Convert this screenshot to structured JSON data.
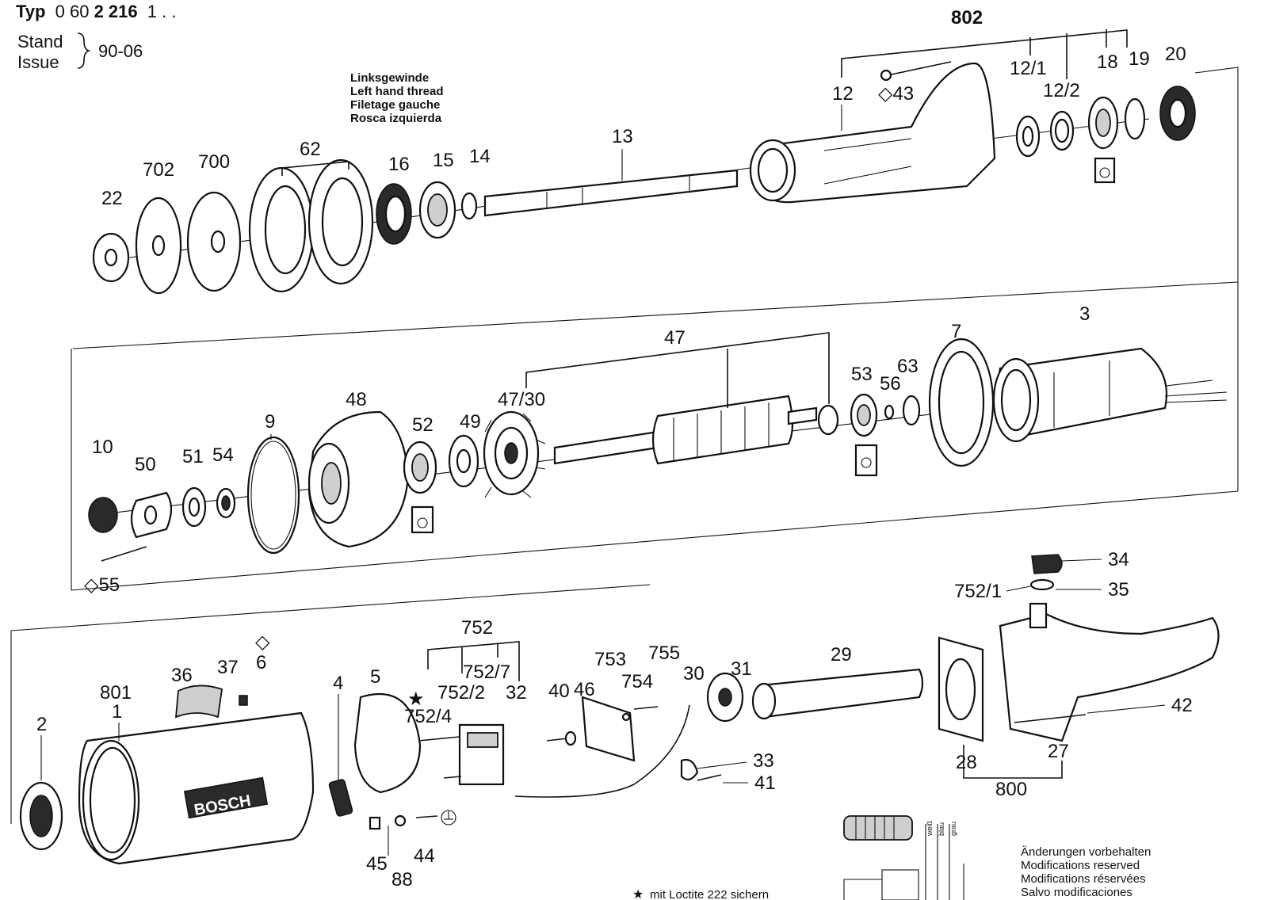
{
  "header": {
    "typ_prefix": "Typ",
    "typ_number_plain": "0 60",
    "typ_number_bold": "2 216",
    "typ_suffix": "1 . .",
    "stand_label": "Stand",
    "issue_label": "Issue",
    "date": "90-06"
  },
  "thread_note": [
    "Linksgewinde",
    "Left hand thread",
    "Filetage gauche",
    "Rosca izquierda"
  ],
  "modifications_note": [
    "Änderungen vorbehalten",
    "Modifications reserved",
    "Modifications réservées",
    "Salvo modificaciones"
  ],
  "loctite_note": "mit Loctite 222 sichern",
  "wire_labels": [
    "weiß",
    "blau",
    "grau"
  ],
  "part_labels": {
    "row1": [
      "22",
      "702",
      "700",
      "62",
      "16",
      "15",
      "14",
      "13",
      "802",
      "12",
      "◇43",
      "12/1",
      "12/2",
      "18",
      "19",
      "20"
    ],
    "row2": [
      "10",
      "50",
      "51",
      "54",
      "9",
      "48",
      "52",
      "49",
      "47/30",
      "47",
      "53",
      "56",
      "63",
      "7",
      "3",
      "◇55"
    ],
    "row3": [
      "2",
      "801",
      "1",
      "36",
      "37",
      "◇",
      "6",
      "4",
      "5",
      "752",
      "752/7",
      "752/2",
      "32",
      "★",
      "752/4",
      "40",
      "46",
      "753",
      "755",
      "754",
      "30",
      "31",
      "29",
      "34",
      "752/1",
      "35",
      "42",
      "27",
      "28",
      "800",
      "33",
      "41",
      "45",
      "88",
      "44"
    ]
  },
  "brand_mark": "BOSCH"
}
